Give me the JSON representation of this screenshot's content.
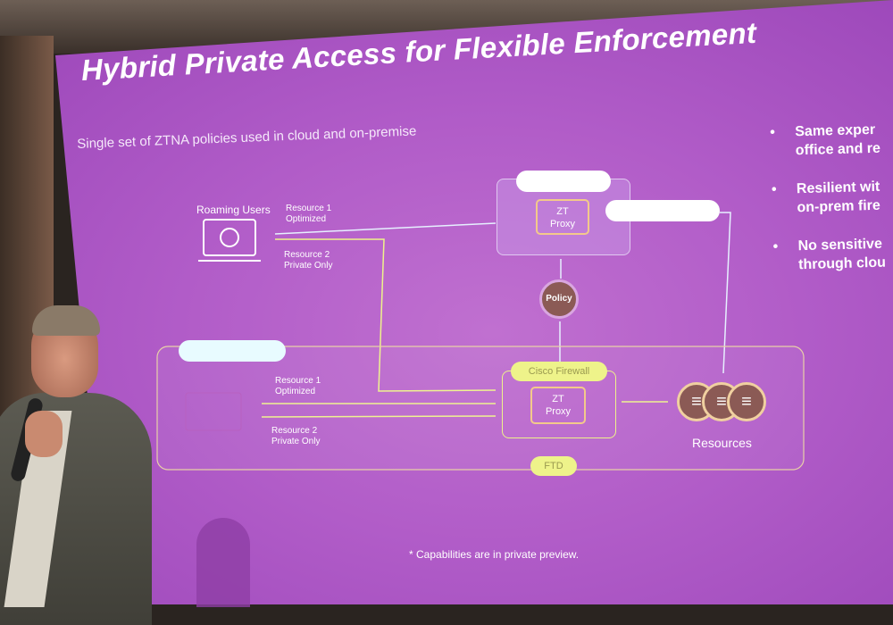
{
  "slide": {
    "title": "Hybrid Private Access for Flexible Enforcement",
    "subtitle": "Single set of ZTNA policies used in cloud and on-premise",
    "bullets": [
      {
        "line1": "Same exper",
        "line2": "office and re"
      },
      {
        "line1": "Resilient wit",
        "line2": "on-prem fire"
      },
      {
        "line1": "No sensitive",
        "line2": "through clou"
      }
    ],
    "bullet_symbol": "•",
    "diagram": {
      "roaming_users": "Roaming Users",
      "remote_flows": [
        {
          "l1": "Resource 1",
          "l2": "Optimized"
        },
        {
          "l1": "Resource 2",
          "l2": "Private Only"
        }
      ],
      "office_flows": [
        {
          "l1": "Resource 1",
          "l2": "Optimized"
        },
        {
          "l1": "Resource 2",
          "l2": "Private Only"
        }
      ],
      "cloud_proxy": {
        "l1": "ZT",
        "l2": "Proxy"
      },
      "onprem_proxy": {
        "l1": "ZT",
        "l2": "Proxy"
      },
      "policy": "Policy",
      "firewall": "Cisco Firewall",
      "ftd": "FTD",
      "resources": "Resources"
    },
    "footnote": "* Capabilities are in private preview.",
    "colors": {
      "background": "#b15cc8",
      "accent_yellow": "#eef38a",
      "node_brown": "#8b5a55"
    }
  }
}
